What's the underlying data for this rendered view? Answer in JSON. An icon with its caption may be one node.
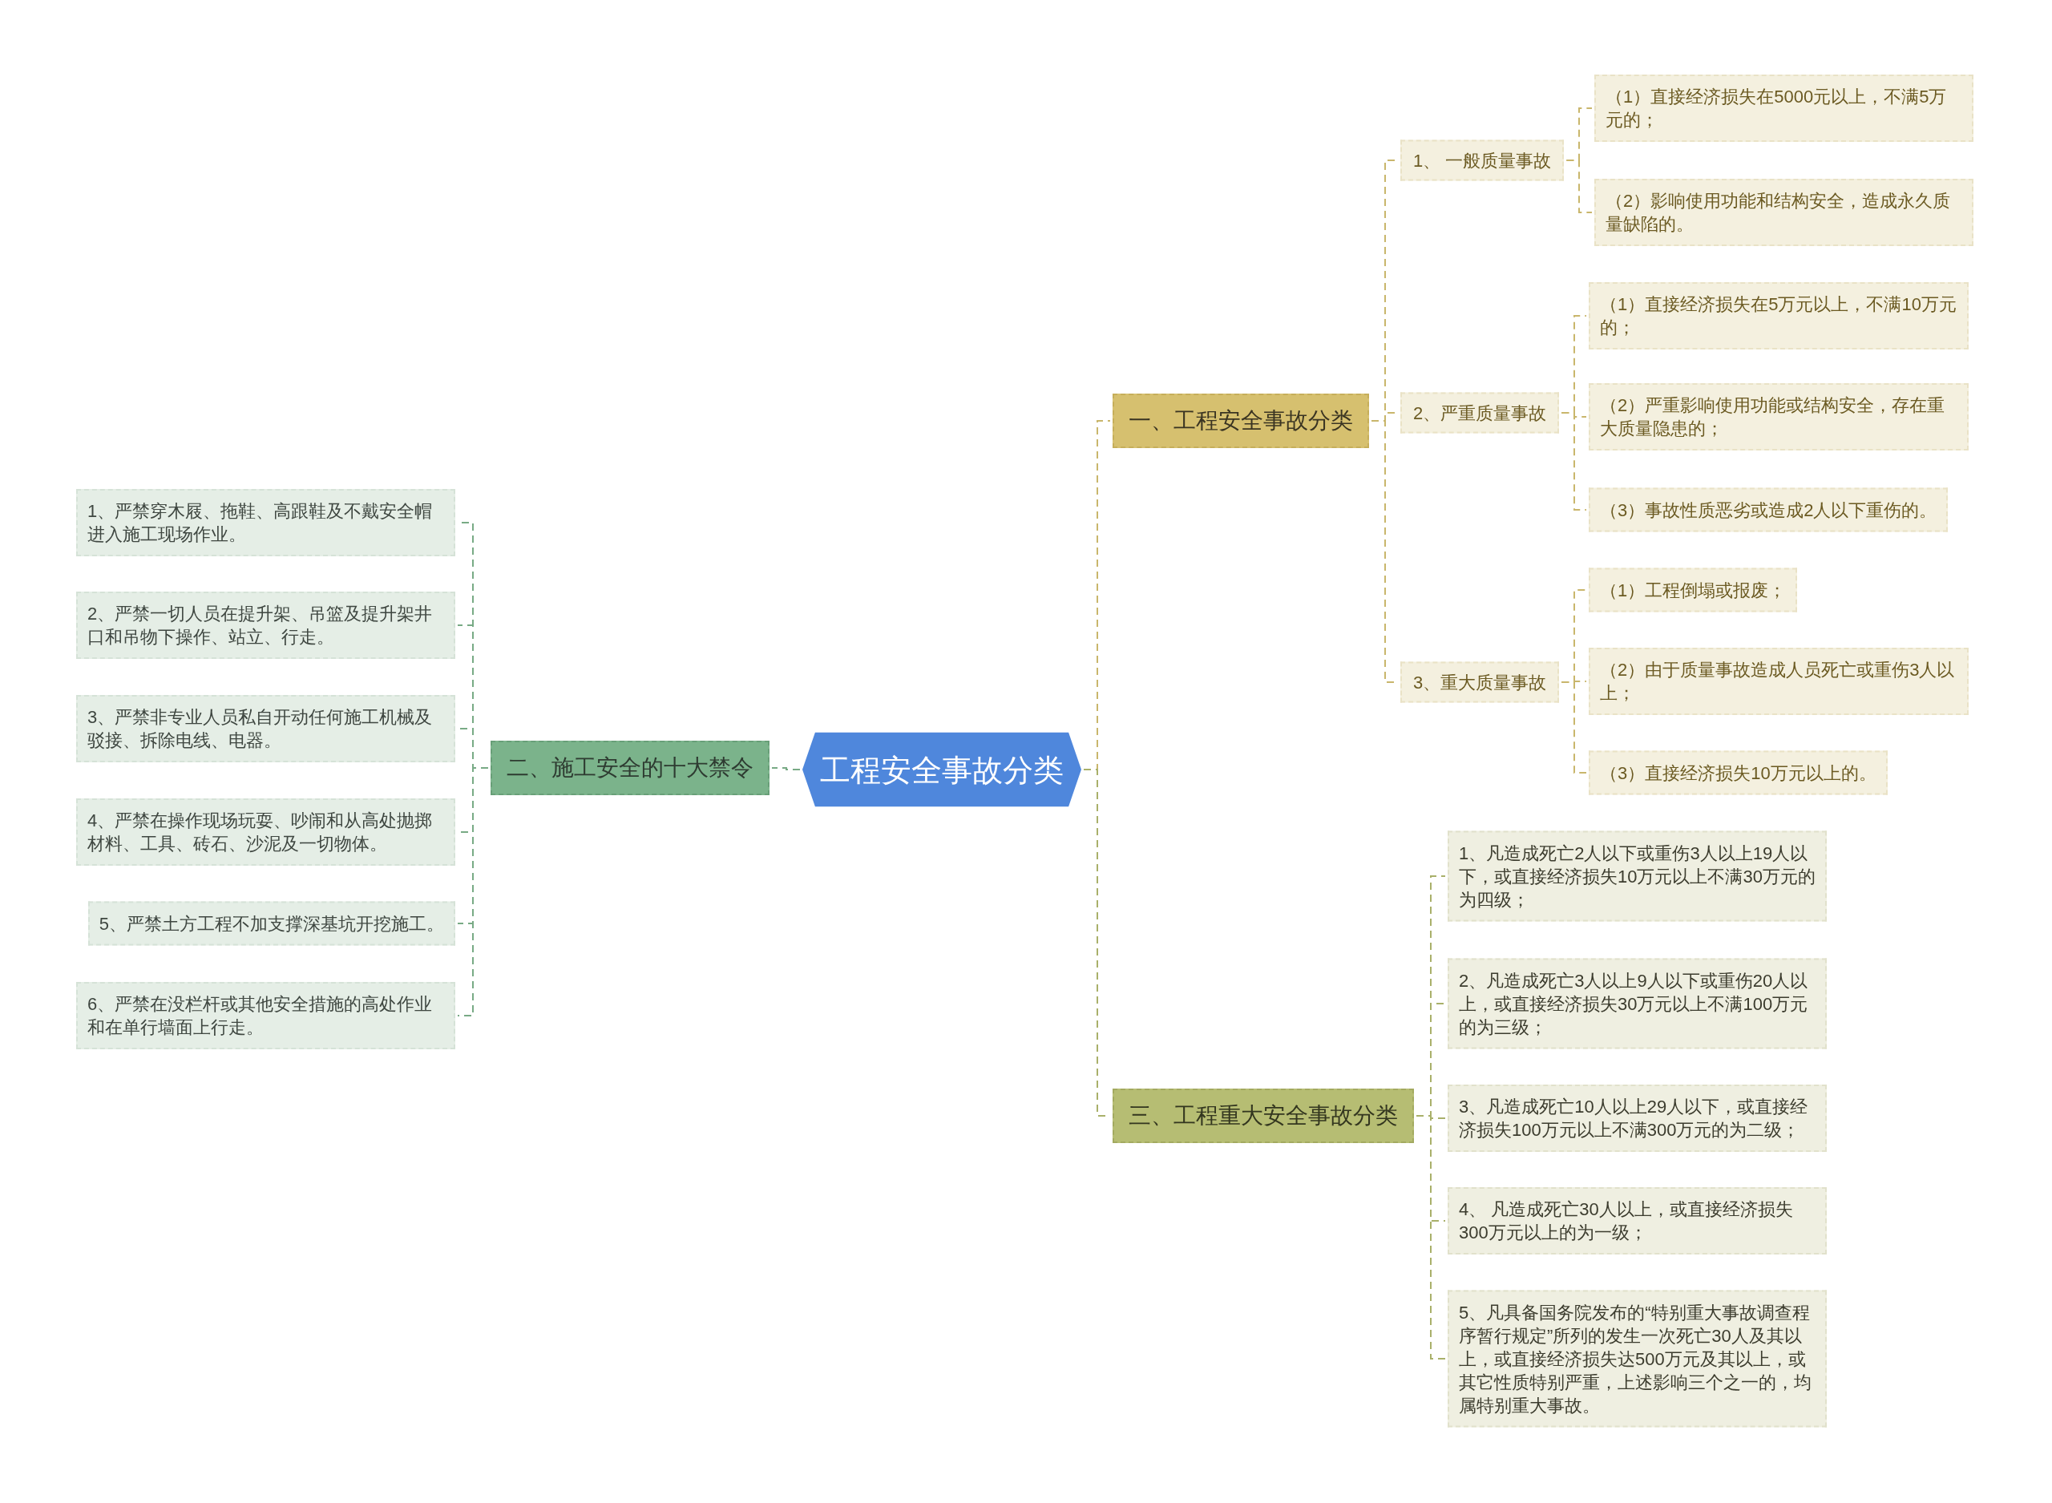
{
  "diagram": {
    "nodes": [
      {
        "text": [
          "工程安全事故分类"
        ]
      },
      {
        "text": [
          "一、工程安全事故分类"
        ]
      },
      {
        "text": [
          "1、 一般质量事故"
        ]
      },
      {
        "text": [
          "（1）直接经济损失在5000元以上，不满5万元的；"
        ]
      },
      {
        "text": [
          "（2）影响使用功能和结构安全，造成永久质量缺陷的。"
        ]
      },
      {
        "text": [
          "2、严重质量事故"
        ]
      },
      {
        "text": [
          "（1）直接经济损失在5万元以上，不满10万元的；"
        ]
      },
      {
        "text": [
          "（2）严重影响使用功能或结构安全，存在重大质量隐患的；"
        ]
      },
      {
        "text": [
          "（3）事故性质恶劣或造成2人以下重伤的。"
        ]
      },
      {
        "text": [
          "3、重大质量事故"
        ]
      },
      {
        "text": [
          "（1）工程倒塌或报废；"
        ]
      },
      {
        "text": [
          "（2）由于质量事故造成人员死亡或重伤3人以上；"
        ]
      },
      {
        "text": [
          "（3）直接经济损失10万元以上的。"
        ]
      },
      {
        "text": [
          "三、工程重大安全事故分类"
        ]
      },
      {
        "text": [
          "1、凡造成死亡2人以下或重伤3人以上19人以下，或直接经济损失10万元以上不满30万元的为四级；"
        ]
      },
      {
        "text": [
          "2、凡造成死亡3人以上9人以下或重伤20人以上，或直接经济损失30万元以上不满100万元的为三级；"
        ]
      },
      {
        "text": [
          "3、凡造成死亡10人以上29人以下，或直接经济损失100万元以上不满300万元的为二级；"
        ]
      },
      {
        "text": [
          "4、 凡造成死亡30人以上，或直接经济损失300万元以上的为一级；"
        ]
      },
      {
        "text": [
          "5、凡具备国务院发布的“特别重大事故调查程序暂行规定”所列的发生一次死亡30人及其以上，或直接经济损失达500万元及其以上，或其它性质特别严重，上述影响三个之一的，均属特别重大事故。"
        ]
      },
      {
        "text": [
          "二、施工安全的十大禁令"
        ]
      },
      {
        "text": [
          "1、严禁穿木屐、拖鞋、高跟鞋及不戴安全帽进入施工现场作业。"
        ]
      },
      {
        "text": [
          "2、严禁一切人员在提升架、吊篮及提升架井口和吊物下操作、站立、行走。"
        ]
      },
      {
        "text": [
          "3、严禁非专业人员私自开动任何施工机械及驳接、拆除电线、电器。"
        ]
      },
      {
        "text": [
          "4、严禁在操作现场玩耍、吵闹和从高处抛掷材料、工具、砖石、沙泥及一切物体。"
        ]
      },
      {
        "text": [
          "5、严禁土方工程不加支撑深基坑开挖施工。"
        ]
      },
      {
        "text": [
          "6、严禁在没栏杆或其他安全措施的高处作业和在单行墙面上行走。"
        ]
      }
    ],
    "edges": [
      {
        "from": 0,
        "to": 1,
        "arrow": "none",
        "style": "dashed"
      },
      {
        "from": 1,
        "to": 2,
        "arrow": "none",
        "style": "dashed"
      },
      {
        "from": 2,
        "to": 3,
        "arrow": "none",
        "style": "dashed"
      },
      {
        "from": 2,
        "to": 4,
        "arrow": "none",
        "style": "dashed"
      },
      {
        "from": 1,
        "to": 5,
        "arrow": "none",
        "style": "dashed"
      },
      {
        "from": 5,
        "to": 6,
        "arrow": "none",
        "style": "dashed"
      },
      {
        "from": 5,
        "to": 7,
        "arrow": "none",
        "style": "dashed"
      },
      {
        "from": 5,
        "to": 8,
        "arrow": "none",
        "style": "dashed"
      },
      {
        "from": 1,
        "to": 9,
        "arrow": "none",
        "style": "dashed"
      },
      {
        "from": 9,
        "to": 10,
        "arrow": "none",
        "style": "dashed"
      },
      {
        "from": 9,
        "to": 11,
        "arrow": "none",
        "style": "dashed"
      },
      {
        "from": 9,
        "to": 12,
        "arrow": "none",
        "style": "dashed"
      },
      {
        "from": 0,
        "to": 13,
        "arrow": "none",
        "style": "dashed",
        "color": "#a9b06a"
      },
      {
        "from": 13,
        "to": 14,
        "arrow": "none",
        "style": "dashed",
        "color": "#a9b06a"
      },
      {
        "from": 13,
        "to": 15,
        "arrow": "none",
        "style": "dashed",
        "color": "#a9b06a"
      },
      {
        "from": 13,
        "to": 16,
        "arrow": "none",
        "style": "dashed",
        "color": "#a9b06a"
      },
      {
        "from": 13,
        "to": 17,
        "arrow": "none",
        "style": "dashed",
        "color": "#a9b06a"
      },
      {
        "from": 13,
        "to": 18,
        "arrow": "none",
        "style": "dashed",
        "color": "#a9b06a"
      },
      {
        "from": 0,
        "to": 19,
        "arrow": "none",
        "style": "dashed",
        "color": "#78aa85"
      },
      {
        "from": 19,
        "to": 20,
        "arrow": "none",
        "style": "dashed",
        "color": "#78aa85"
      },
      {
        "from": 19,
        "to": 21,
        "arrow": "none",
        "style": "dashed",
        "color": "#78aa85"
      },
      {
        "from": 19,
        "to": 22,
        "arrow": "none",
        "style": "dashed",
        "color": "#78aa85"
      },
      {
        "from": 19,
        "to": 23,
        "arrow": "none",
        "style": "dashed",
        "color": "#78aa85"
      },
      {
        "from": 19,
        "to": 24,
        "arrow": "none",
        "style": "dashed",
        "color": "#78aa85"
      },
      {
        "from": 19,
        "to": 25,
        "arrow": "none",
        "style": "dashed",
        "color": "#78aa85"
      }
    ]
  }
}
